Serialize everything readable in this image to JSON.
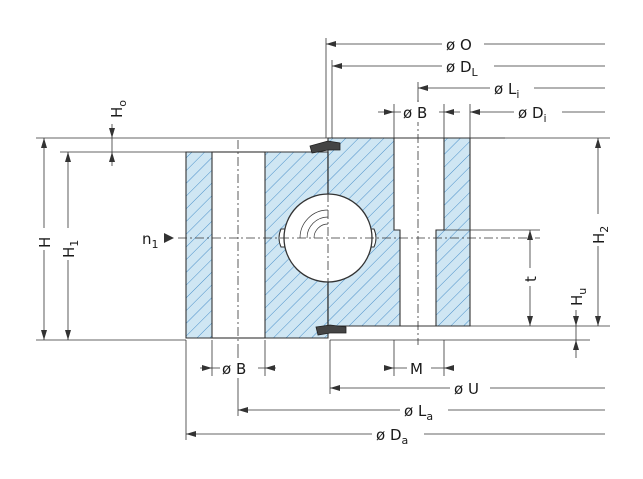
{
  "labels": {
    "O": "ø O",
    "DL_main": "ø D",
    "DL_sub": "L",
    "Li_main": "ø L",
    "Li_sub": "i",
    "B_top": "ø B",
    "Di_main": "ø D",
    "Di_sub": "i",
    "Ho_main": "H",
    "Ho_sub": "o",
    "H": "H",
    "H1_main": "H",
    "H1_sub": "1",
    "n1_main": "n",
    "n1_sub": "1",
    "H2_main": "H",
    "H2_sub": "2",
    "t": "t",
    "Hu_main": "H",
    "Hu_sub": "u",
    "B_bottom": "ø B",
    "M": "M",
    "U": "ø U",
    "La_main": "ø L",
    "La_sub": "a",
    "Da_main": "ø D",
    "Da_sub": "a"
  },
  "colors": {
    "section_fill": "#cfe6f3",
    "hatch_line": "#4a90c9",
    "line": "#333333"
  }
}
